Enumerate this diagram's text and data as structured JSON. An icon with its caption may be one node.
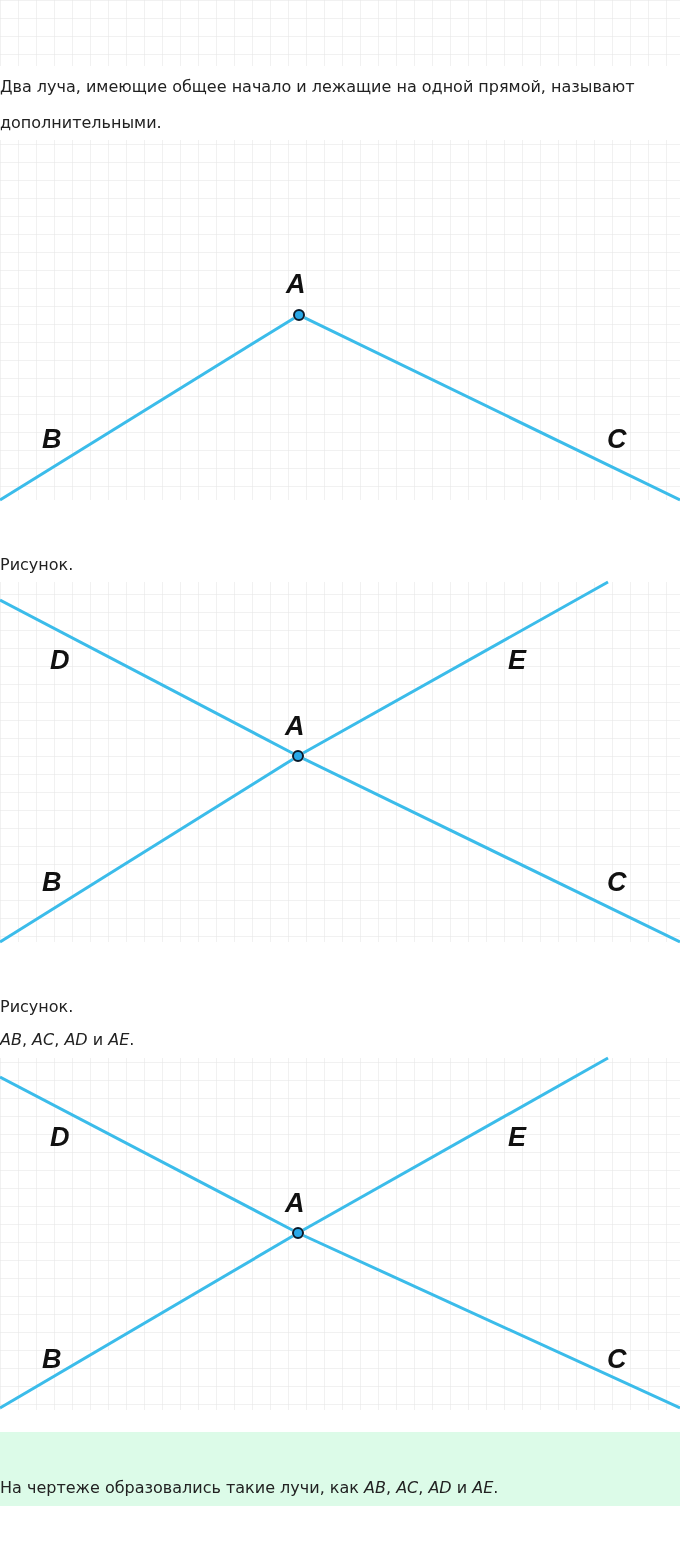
{
  "diagram": {
    "nodes": [
      {
        "text": [],
        "shape": "circle",
        "beside": [
          "A"
        ]
      },
      {
        "text": [],
        "shape": "circle",
        "beside": [
          "A"
        ]
      },
      {
        "text": [],
        "shape": "circle",
        "beside": [
          "A"
        ]
      }
    ],
    "edges": [
      {
        "from": 0,
        "to": null,
        "arrow": "none"
      },
      {
        "from": 0,
        "to": null,
        "arrow": "none"
      },
      {
        "from": 1,
        "to": null,
        "arrow": "none"
      },
      {
        "from": 1,
        "to": null,
        "arrow": "none"
      },
      {
        "from": 1,
        "to": null,
        "arrow": "none"
      },
      {
        "from": 1,
        "to": null,
        "arrow": "none"
      },
      {
        "from": 2,
        "to": null,
        "arrow": "none"
      },
      {
        "from": 2,
        "to": null,
        "arrow": "none"
      },
      {
        "from": 2,
        "to": null,
        "arrow": "none"
      },
      {
        "from": 2,
        "to": null,
        "arrow": "none"
      }
    ],
    "labels": [
      "Два луча, имеющие общее начало и лежащие на одной прямой, называют дополнительными.",
      "B",
      "C",
      "Рисунок.",
      "D",
      "E",
      "B",
      "C",
      "Рисунок.",
      "*AB*, *AC*, *AD* и *AE*.",
      "D",
      "E",
      "B",
      "C",
      "На чертеже образовались такие лучи, как *AB*, *AC*, *AD* и *AE*."
    ]
  }
}
